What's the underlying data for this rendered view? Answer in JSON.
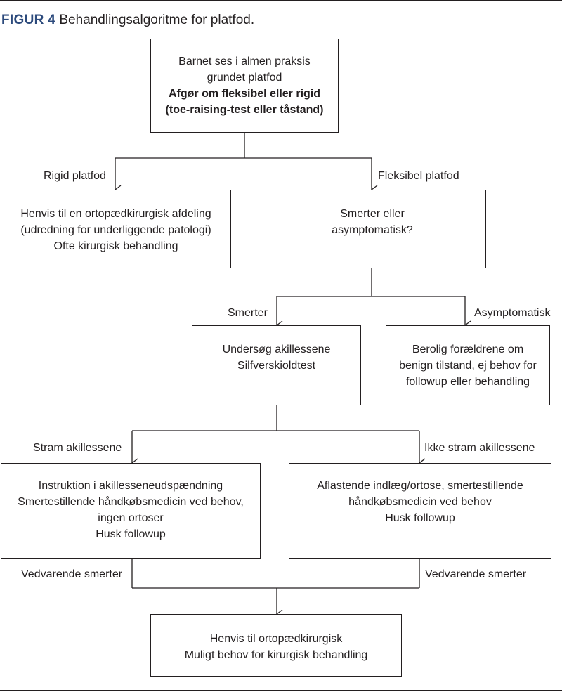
{
  "figure": {
    "label": "FIGUR 4",
    "title": "Behandlingsalgoritme for platfod."
  },
  "nodes": {
    "start": {
      "lines": [
        "Barnet ses i almen praksis",
        "grundet platfod"
      ],
      "bold_lines": [
        "Afgør om fleksibel eller rigid",
        "(toe-raising-test eller tåstand)"
      ]
    },
    "rigid_box": {
      "lines": [
        "Henvis til en ortopædkirurgisk afdeling",
        "(udredning for underliggende patologi)",
        "Ofte kirurgisk behandling"
      ]
    },
    "flex_box": {
      "lines": [
        "Smerter eller",
        "asymptomatisk?"
      ]
    },
    "pain_box": {
      "lines": [
        "Undersøg akillessene",
        "Silfverskioldtest"
      ]
    },
    "asymp_box": {
      "lines": [
        "Berolig forældrene om",
        "benign tilstand, ej behov for",
        "followup eller behandling"
      ]
    },
    "tight_box": {
      "lines": [
        "Instruktion i akillesseneudspændning",
        "Smertestillende håndkøbsmedicin ved behov,",
        "ingen ortoser",
        "Husk followup"
      ]
    },
    "not_tight_box": {
      "lines": [
        "Aflastende indlæg/ortose, smertestillende",
        "håndkøbsmedicin ved behov",
        "Husk followup"
      ]
    },
    "final_box": {
      "lines": [
        "Henvis til ortopædkirurgisk",
        "Muligt behov for kirurgisk behandling"
      ]
    }
  },
  "edges": {
    "rigid": "Rigid platfod",
    "flexible": "Fleksibel platfod",
    "pain": "Smerter",
    "asymptomatic": "Asymptomatisk",
    "tight": "Stram akillessene",
    "not_tight": "Ikke stram akillessene",
    "persistent_left": "Vedvarende smerter",
    "persistent_right": "Vedvarende smerter"
  }
}
